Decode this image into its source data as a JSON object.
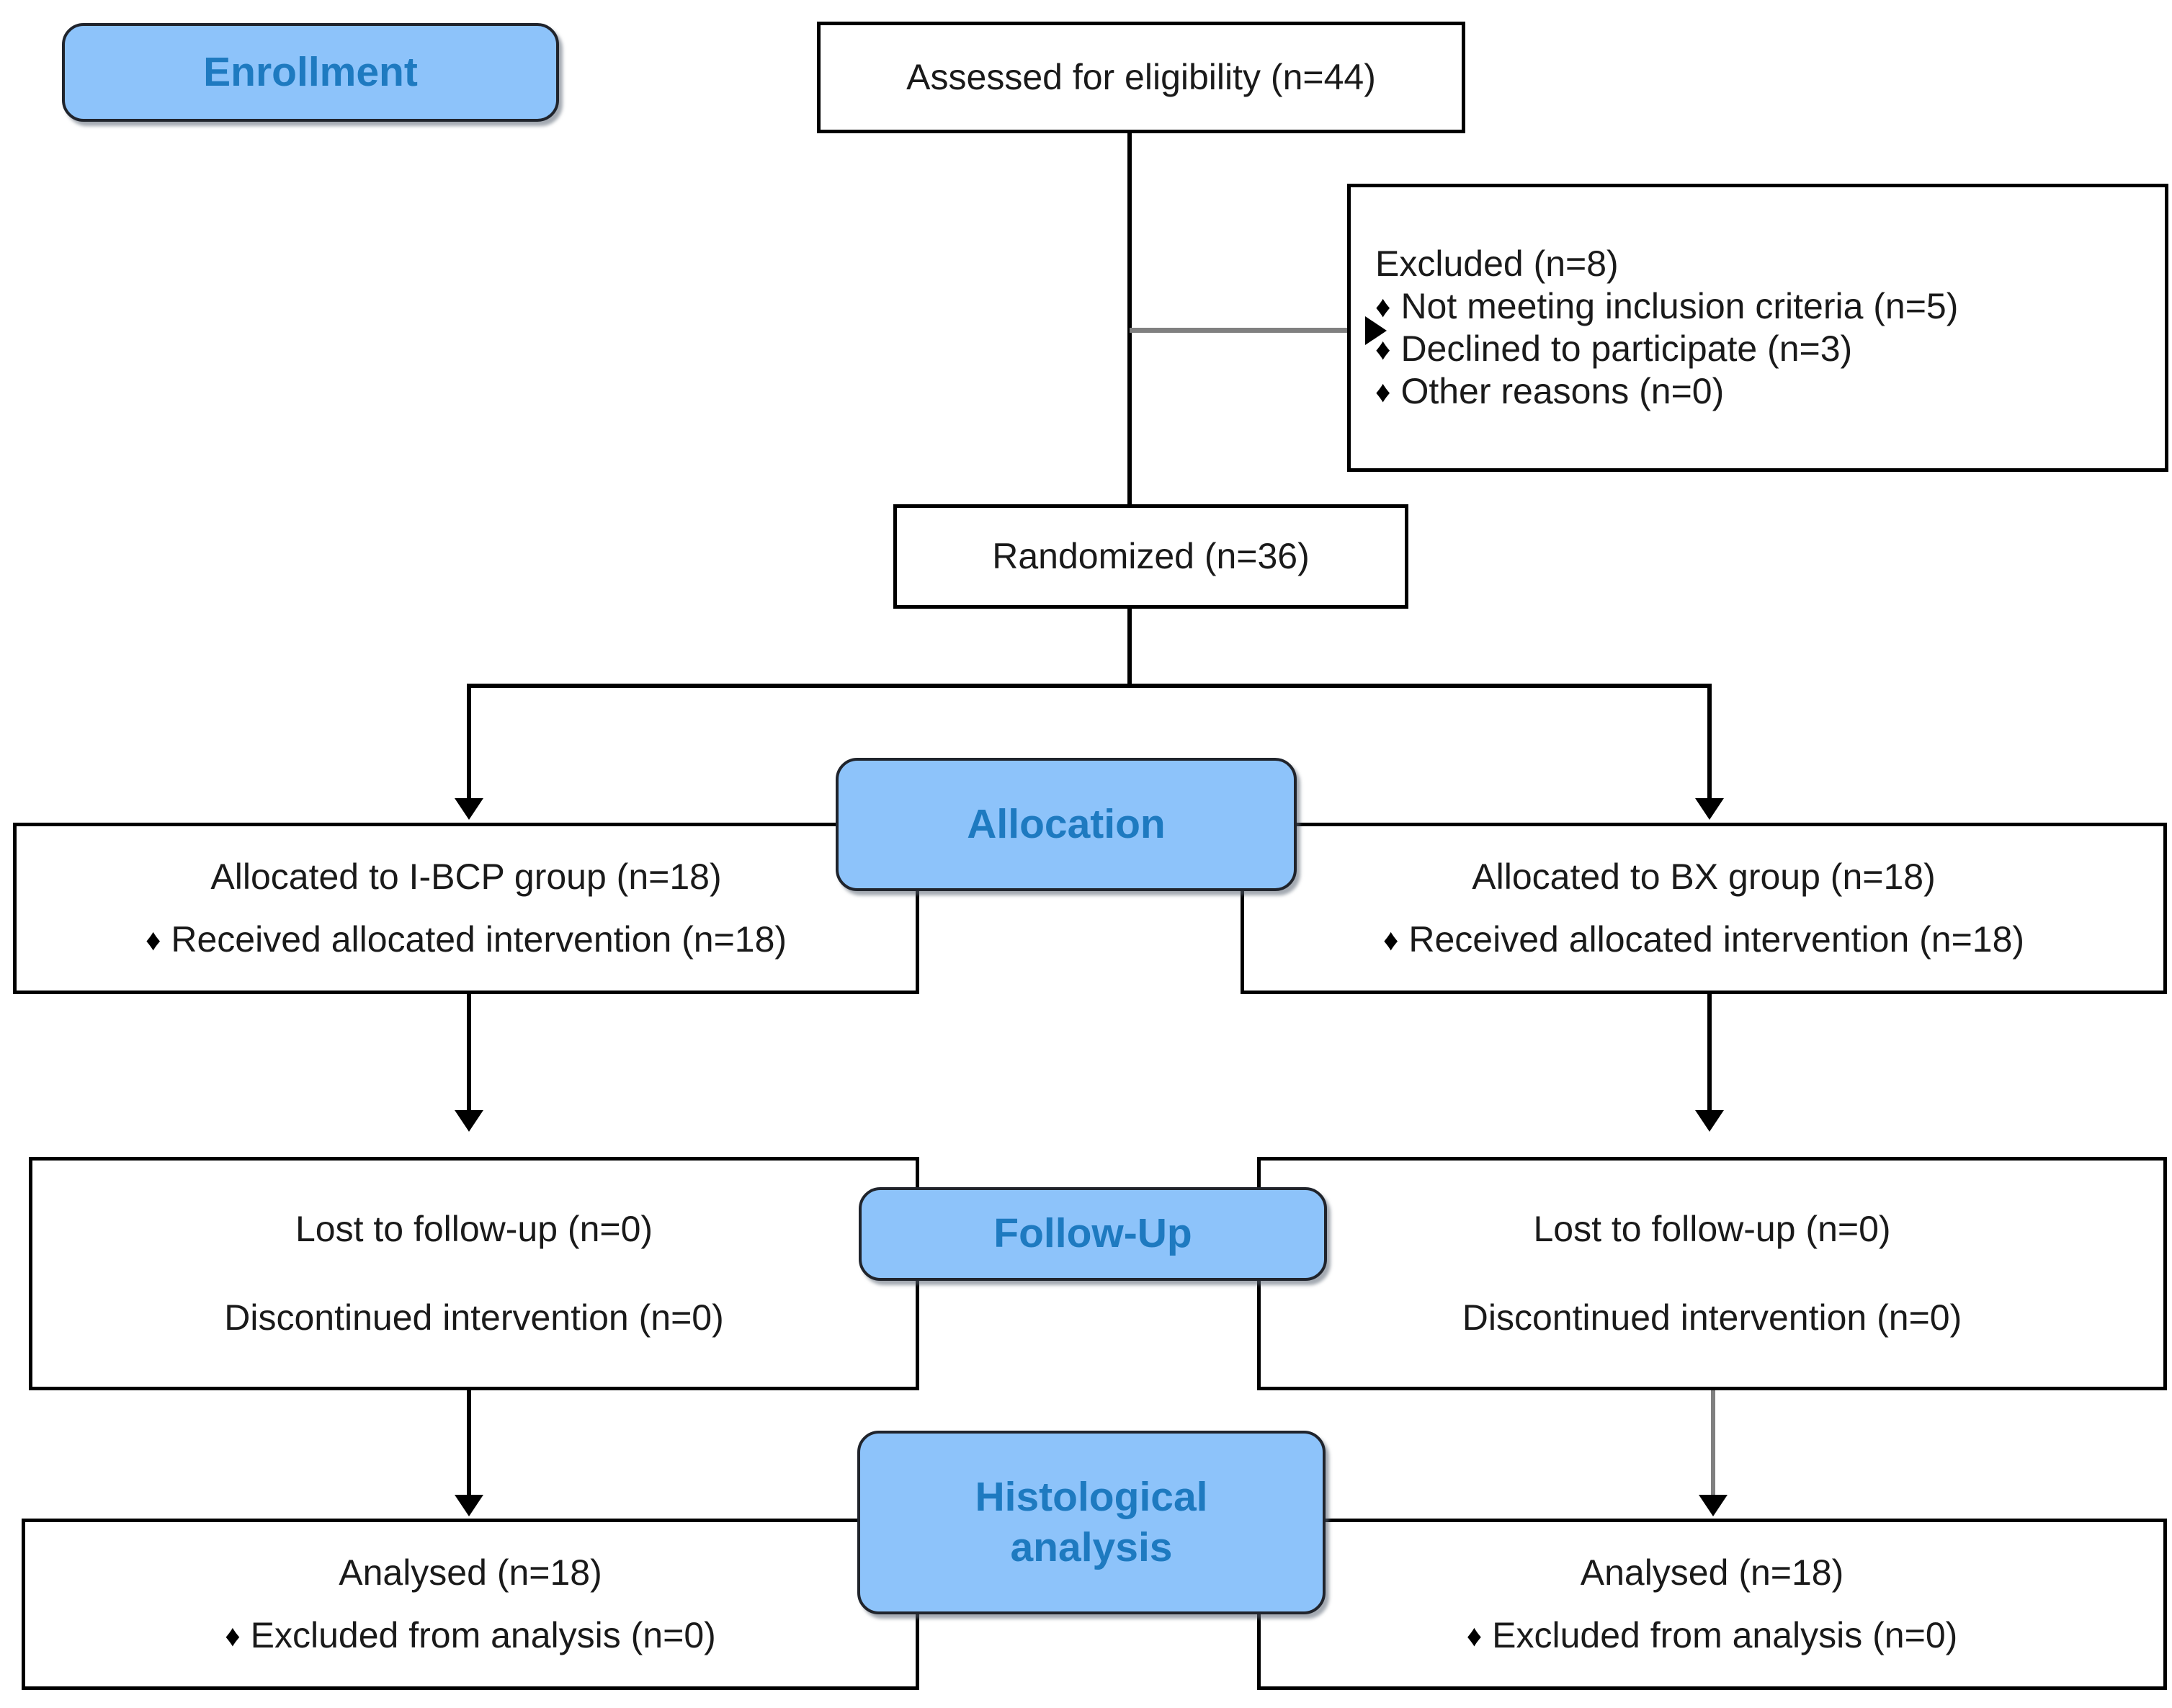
{
  "diagram": {
    "title": "CONSORT participant flow diagram",
    "colors": {
      "pill_fill": "#8DC3FA",
      "pill_text": "#1E7AC0",
      "pill_border": "#20242C",
      "box_border": "#000000",
      "box_text": "#1A1A1A",
      "connector_black": "#000000",
      "connector_gray": "#808080",
      "page_background": "#FFFFFF"
    },
    "bullet_glyph": "♦"
  },
  "stages": {
    "enrollment": {
      "label": "Enrollment"
    },
    "allocation": {
      "label": "Allocation"
    },
    "follow_up": {
      "label": "Follow-Up"
    },
    "histological_analysis": {
      "label": "Histological\nanalysis"
    }
  },
  "boxes": {
    "assessed": {
      "lines": [
        {
          "text": "Assessed for eligibility (n=44)",
          "bullet": false,
          "align": "center"
        }
      ]
    },
    "excluded": {
      "lines": [
        {
          "text": "Excluded (n=8)",
          "bullet": false,
          "align": "left"
        },
        {
          "text": "Not meeting inclusion criteria (n=5)",
          "bullet": true,
          "align": "left"
        },
        {
          "text": "Declined to participate (n=3)",
          "bullet": true,
          "align": "left"
        },
        {
          "text": "Other reasons (n=0)",
          "bullet": true,
          "align": "left"
        }
      ]
    },
    "randomized": {
      "lines": [
        {
          "text": "Randomized (n=36)",
          "bullet": false,
          "align": "center"
        }
      ]
    },
    "allocated_left": {
      "lines": [
        {
          "text": "Allocated to I-BCP group (n=18)",
          "bullet": false,
          "align": "center"
        },
        {
          "text": "Received allocated intervention (n=18)",
          "bullet": true,
          "align": "center"
        }
      ]
    },
    "allocated_right": {
      "lines": [
        {
          "text": "Allocated to BX group (n=18)",
          "bullet": false,
          "align": "center"
        },
        {
          "text": "Received allocated intervention (n=18)",
          "bullet": true,
          "align": "center"
        }
      ]
    },
    "followup_left": {
      "lines": [
        {
          "text": "Lost to follow-up (n=0)",
          "bullet": false,
          "align": "center"
        },
        {
          "text": "Discontinued intervention (n=0)",
          "bullet": false,
          "align": "center"
        }
      ]
    },
    "followup_right": {
      "lines": [
        {
          "text": "Lost to follow-up (n=0)",
          "bullet": false,
          "align": "center"
        },
        {
          "text": "Discontinued intervention (n=0)",
          "bullet": false,
          "align": "center"
        }
      ]
    },
    "analysed_left": {
      "lines": [
        {
          "text": "Analysed (n=18)",
          "bullet": false,
          "align": "center"
        },
        {
          "text": "Excluded from analysis (n=0)",
          "bullet": true,
          "align": "center"
        }
      ]
    },
    "analysed_right": {
      "lines": [
        {
          "text": "Analysed (n=18)",
          "bullet": false,
          "align": "center"
        },
        {
          "text": "Excluded from analysis (n=0)",
          "bullet": true,
          "align": "center"
        }
      ]
    }
  },
  "chart_data": {
    "type": "table",
    "title": "CONSORT participant flow",
    "nodes": [
      {
        "id": "assessed",
        "label": "Assessed for eligibility",
        "n": 44
      },
      {
        "id": "excluded",
        "label": "Excluded",
        "n": 8
      },
      {
        "id": "excl_criteria",
        "label": "Not meeting inclusion criteria",
        "n": 5
      },
      {
        "id": "excl_declined",
        "label": "Declined to participate",
        "n": 3
      },
      {
        "id": "excl_other",
        "label": "Other reasons",
        "n": 0
      },
      {
        "id": "randomized",
        "label": "Randomized",
        "n": 36
      },
      {
        "id": "alloc_ibcp",
        "label": "Allocated to I-BCP group",
        "n": 18
      },
      {
        "id": "recv_ibcp",
        "label": "Received allocated intervention (I-BCP)",
        "n": 18
      },
      {
        "id": "alloc_bx",
        "label": "Allocated to BX group",
        "n": 18
      },
      {
        "id": "recv_bx",
        "label": "Received allocated intervention (BX)",
        "n": 18
      },
      {
        "id": "lost_ibcp",
        "label": "Lost to follow-up (I-BCP)",
        "n": 0
      },
      {
        "id": "disc_ibcp",
        "label": "Discontinued intervention (I-BCP)",
        "n": 0
      },
      {
        "id": "lost_bx",
        "label": "Lost to follow-up (BX)",
        "n": 0
      },
      {
        "id": "disc_bx",
        "label": "Discontinued intervention (BX)",
        "n": 0
      },
      {
        "id": "analysed_ibcp",
        "label": "Analysed (I-BCP)",
        "n": 18
      },
      {
        "id": "exclanal_ibcp",
        "label": "Excluded from analysis (I-BCP)",
        "n": 0
      },
      {
        "id": "analysed_bx",
        "label": "Analysed (BX)",
        "n": 18
      },
      {
        "id": "exclanal_bx",
        "label": "Excluded from analysis (BX)",
        "n": 0
      }
    ],
    "edges": [
      {
        "from": "assessed",
        "to": "excluded"
      },
      {
        "from": "assessed",
        "to": "randomized"
      },
      {
        "from": "randomized",
        "to": "alloc_ibcp"
      },
      {
        "from": "randomized",
        "to": "alloc_bx"
      },
      {
        "from": "alloc_ibcp",
        "to": "lost_ibcp"
      },
      {
        "from": "alloc_bx",
        "to": "lost_bx"
      },
      {
        "from": "lost_ibcp",
        "to": "analysed_ibcp"
      },
      {
        "from": "lost_bx",
        "to": "analysed_bx"
      }
    ],
    "stages": [
      "Enrollment",
      "Allocation",
      "Follow-Up",
      "Histological analysis"
    ]
  }
}
